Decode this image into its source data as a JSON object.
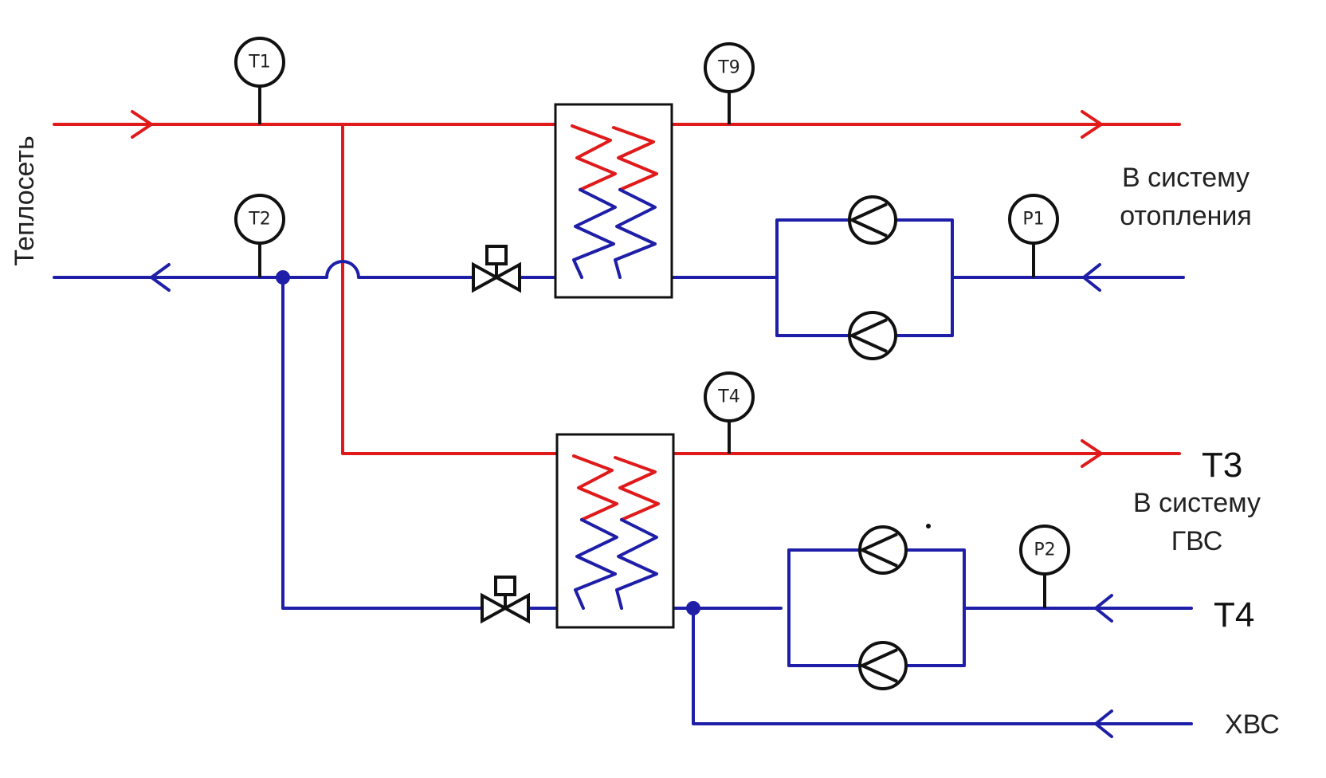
{
  "labels": {
    "heat_network": "Теплосеть",
    "heating_line1": "В систему",
    "heating_line2": "отопления",
    "dhw_line1": "В систему",
    "dhw_line2": "ГВС",
    "t3": "Т3",
    "t4": "Т4",
    "cold_water": "ХВС"
  },
  "gauges": {
    "t1": "Т1",
    "t9": "Т9",
    "t2": "Т2",
    "p1": "Р1",
    "t4": "Т4",
    "p2": "Р2"
  },
  "colors": {
    "supply": "#e01a1a",
    "return": "#1e1ea8"
  }
}
